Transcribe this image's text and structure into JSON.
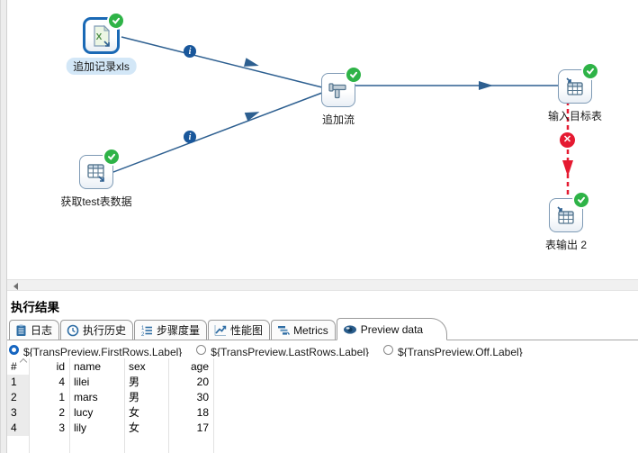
{
  "colors": {
    "hop_blue": "#2d5f90",
    "info_badge_blue": "#19579b",
    "success_green": "#2eb347",
    "error_red": "#e51a31",
    "selected_step_border": "#1a69b5",
    "step_border": "#7e9ab5",
    "selected_label_bubble": "#d3e7f7"
  },
  "canvas": {
    "nodes": [
      {
        "label": "追加记录xls",
        "icon": "excel-input-icon",
        "status": "success",
        "selected": true
      },
      {
        "label": "获取test表数据",
        "icon": "table-input-icon",
        "status": "success",
        "selected": false
      },
      {
        "label": "追加流",
        "icon": "append-streams-icon",
        "status": "success",
        "selected": false
      },
      {
        "label": "输入目标表",
        "icon": "table-output-icon",
        "status": "success",
        "selected": false
      },
      {
        "label": "表输出 2",
        "icon": "table-output-icon",
        "status": "success",
        "selected": false
      }
    ],
    "edges": [
      {
        "from": "追加记录xls",
        "to": "追加流",
        "style": "solid",
        "info_badge": true
      },
      {
        "from": "获取test表数据",
        "to": "追加流",
        "style": "solid",
        "info_badge": true
      },
      {
        "from": "追加流",
        "to": "输入目标表",
        "style": "solid",
        "info_badge": false
      },
      {
        "from": "输入目标表",
        "to": "表输出 2",
        "style": "red-dashed-error",
        "error_badge": true
      }
    ]
  },
  "results": {
    "title": "执行结果",
    "tabs": [
      {
        "label": "日志",
        "icon": "log-icon",
        "active": false
      },
      {
        "label": "执行历史",
        "icon": "history-clock-icon",
        "active": false
      },
      {
        "label": "步骤度量",
        "icon": "step-metrics-icon",
        "active": false
      },
      {
        "label": "性能图",
        "icon": "performance-graph-icon",
        "active": false
      },
      {
        "label": "Metrics",
        "icon": "metrics-icon",
        "active": false
      },
      {
        "label": "Preview data",
        "icon": "eye-icon",
        "active": true
      }
    ],
    "radios": [
      {
        "label": "${TransPreview.FirstRows.Label}",
        "selected": true
      },
      {
        "label": "${TransPreview.LastRows.Label}",
        "selected": false
      },
      {
        "label": "${TransPreview.Off.Label}",
        "selected": false
      }
    ],
    "table": {
      "columns": [
        "#",
        "id",
        "name",
        "sex",
        "age"
      ],
      "rows": [
        [
          "1",
          "4",
          "lilei",
          "男",
          "20"
        ],
        [
          "2",
          "1",
          "mars",
          "男",
          "30"
        ],
        [
          "3",
          "2",
          "lucy",
          "女",
          "18"
        ],
        [
          "4",
          "3",
          "lily",
          "女",
          "17"
        ]
      ]
    }
  }
}
